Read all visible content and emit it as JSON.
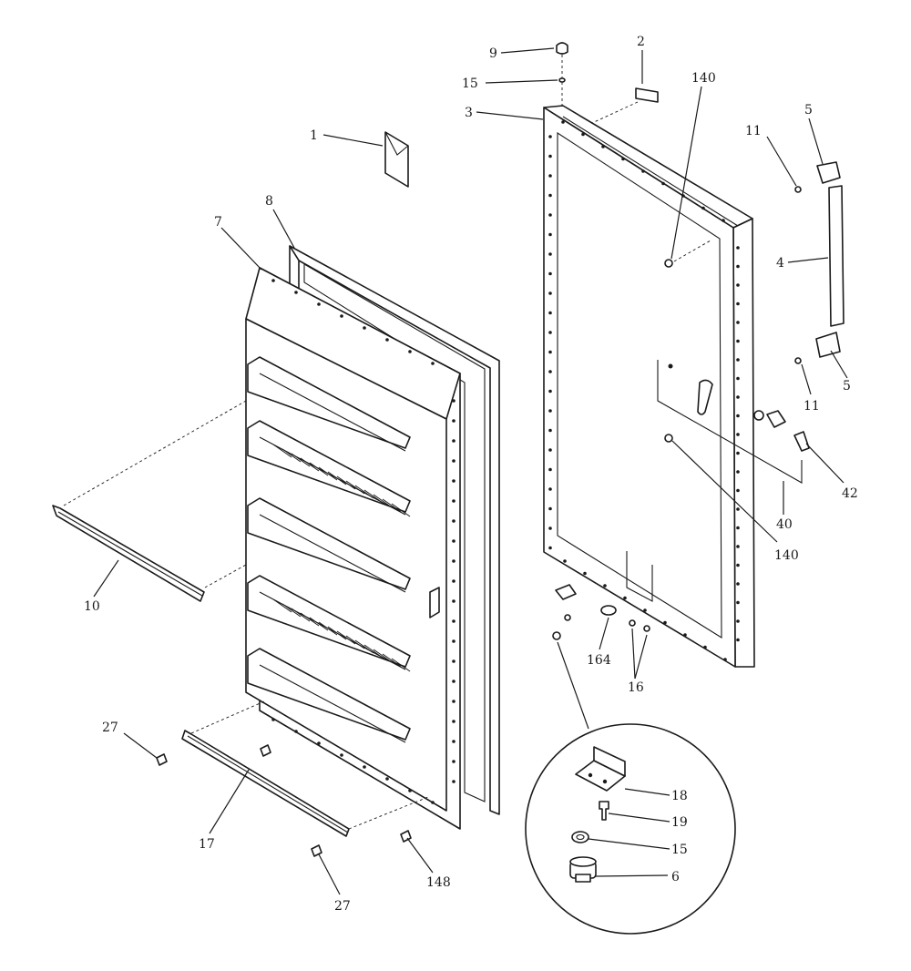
{
  "diagram": {
    "ink_color": "#1a1a1a",
    "background": "#ffffff",
    "callouts": [
      {
        "id": "c-9",
        "text": "9"
      },
      {
        "id": "c-15a",
        "text": "15"
      },
      {
        "id": "c-2",
        "text": "2"
      },
      {
        "id": "c-3",
        "text": "3"
      },
      {
        "id": "c-140a",
        "text": "140"
      },
      {
        "id": "c-1",
        "text": "1"
      },
      {
        "id": "c-8",
        "text": "8"
      },
      {
        "id": "c-7",
        "text": "7"
      },
      {
        "id": "c-11a",
        "text": "11"
      },
      {
        "id": "c-5a",
        "text": "5"
      },
      {
        "id": "c-4",
        "text": "4"
      },
      {
        "id": "c-11b",
        "text": "11"
      },
      {
        "id": "c-5b",
        "text": "5"
      },
      {
        "id": "c-42",
        "text": "42"
      },
      {
        "id": "c-40",
        "text": "40"
      },
      {
        "id": "c-140b",
        "text": "140"
      },
      {
        "id": "c-10",
        "text": "10"
      },
      {
        "id": "c-164",
        "text": "164"
      },
      {
        "id": "c-16",
        "text": "16"
      },
      {
        "id": "c-27a",
        "text": "27"
      },
      {
        "id": "c-17",
        "text": "17"
      },
      {
        "id": "c-27b",
        "text": "27"
      },
      {
        "id": "c-148",
        "text": "148"
      },
      {
        "id": "c-18",
        "text": "18"
      },
      {
        "id": "c-19",
        "text": "19"
      },
      {
        "id": "c-15b",
        "text": "15"
      },
      {
        "id": "c-6",
        "text": "6"
      }
    ]
  }
}
